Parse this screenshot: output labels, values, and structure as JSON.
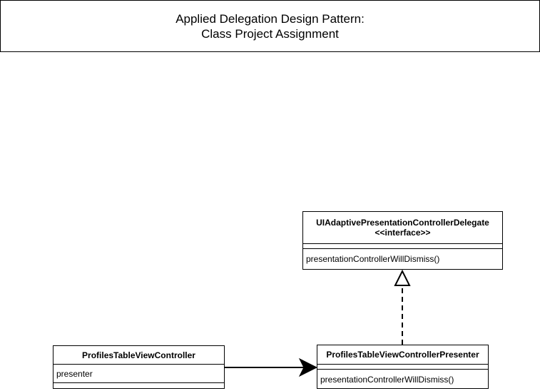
{
  "title": {
    "line1": "Applied Delegation Design Pattern:",
    "line2": "Class Project Assignment"
  },
  "classes": {
    "delegate": {
      "name": "UIAdaptivePresentationControllerDelegate",
      "stereotype": "<<interface>>",
      "method": "presentationControllerWillDismiss()"
    },
    "controller": {
      "name": "ProfilesTableViewController",
      "attribute": "presenter"
    },
    "presenter": {
      "name": "ProfilesTableViewControllerPresenter",
      "method": "presentationControllerWillDismiss()"
    }
  },
  "relations": [
    {
      "type": "association",
      "from": "controller",
      "to": "presenter"
    },
    {
      "type": "realization",
      "from": "presenter",
      "to": "delegate"
    }
  ]
}
